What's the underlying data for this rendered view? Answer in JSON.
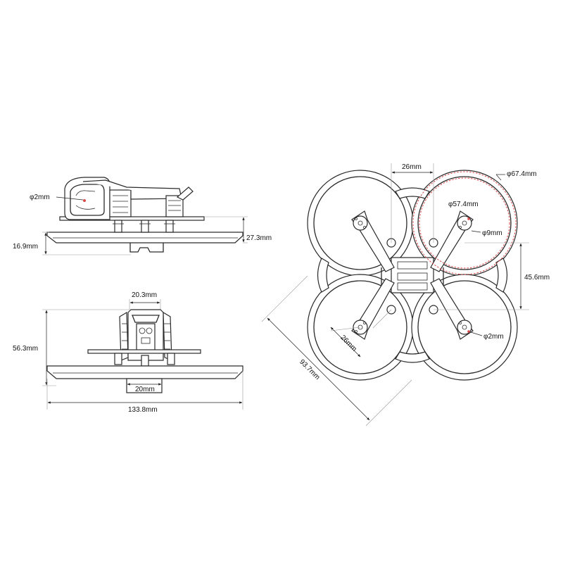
{
  "diagram": {
    "side_view": {
      "hole_diameter": "φ2mm",
      "total_height": "27.3mm",
      "guard_height": "16.9mm"
    },
    "front_view": {
      "top_width": "20.3mm",
      "height": "56.3mm",
      "bottom_width": "20mm",
      "total_width": "133.8mm"
    },
    "top_view": {
      "motor_spacing_x": "26mm",
      "guard_outer_diameter": "φ67.4mm",
      "prop_diameter": "φ57.4mm",
      "motor_mount_diameter": "φ9mm",
      "motor_spacing_y": "45.6mm",
      "motor_hole_diameter": "φ2mm",
      "motor_spacing_diagonal": "26mm",
      "diagonal_size": "93.7mm"
    },
    "colors": {
      "line": "#2a2a2a",
      "accent": "#d94a4a",
      "guide": "#9a9a9a"
    }
  }
}
